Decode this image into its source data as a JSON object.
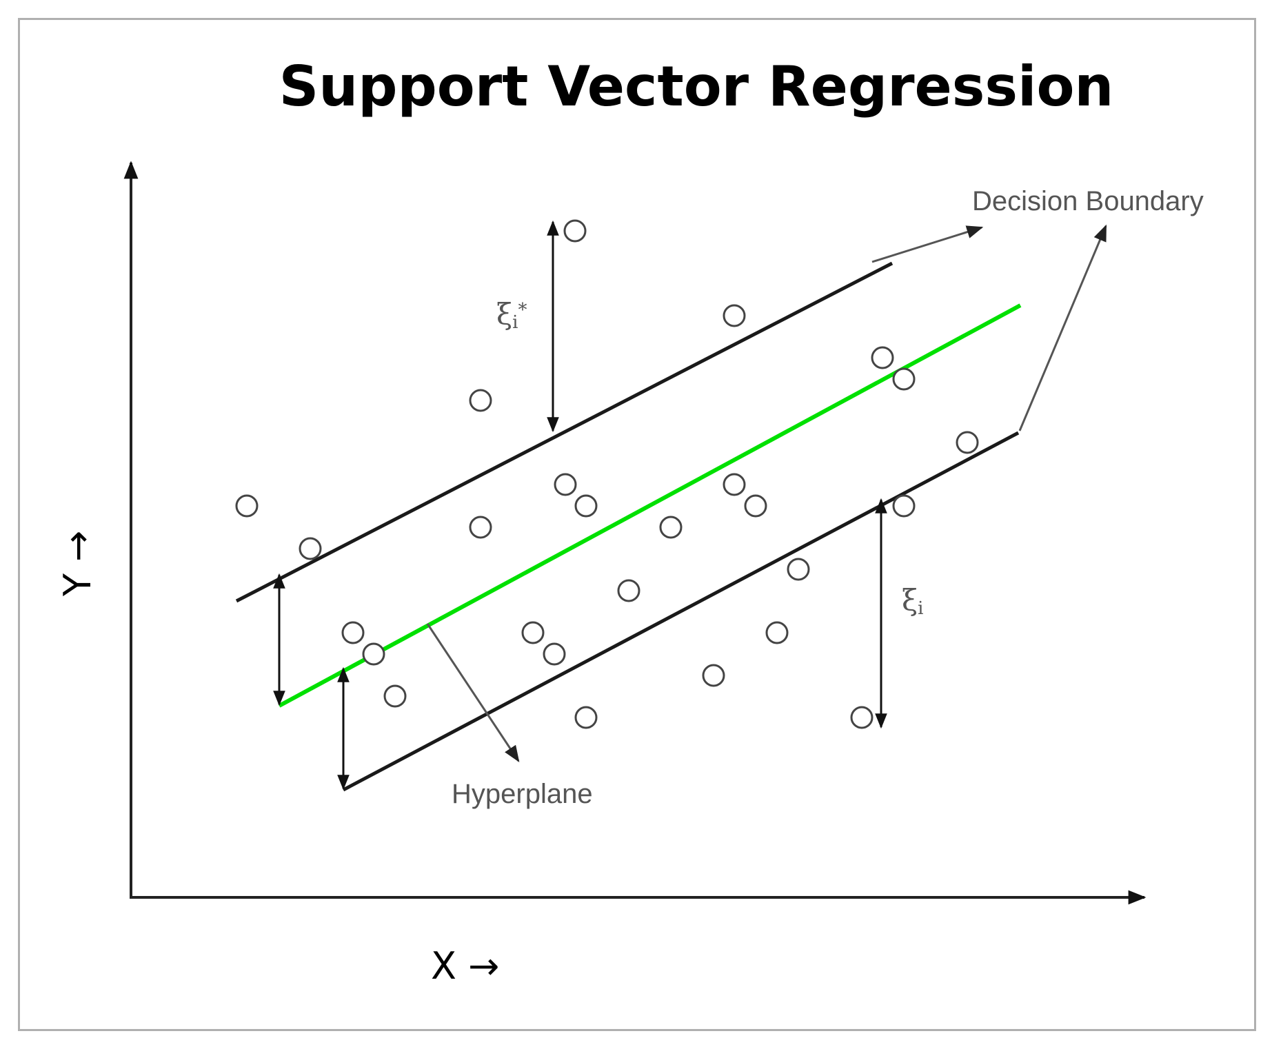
{
  "title": "Support Vector Regression",
  "axes": {
    "x_label": "X →",
    "y_label": "Y →"
  },
  "annotations": {
    "decision_boundary": "Decision Boundary",
    "hyperplane": "Hyperplane",
    "xi_upper": "ξ",
    "xi_upper_sub": "i",
    "xi_upper_star": "*",
    "xi_lower": "ξ",
    "xi_lower_sub": "i"
  },
  "colors": {
    "hyperplane_line": "#00e000",
    "boundary_lines": "#1a1a1a",
    "points_stroke": "#444444",
    "frame": "#b0b0b0"
  }
}
